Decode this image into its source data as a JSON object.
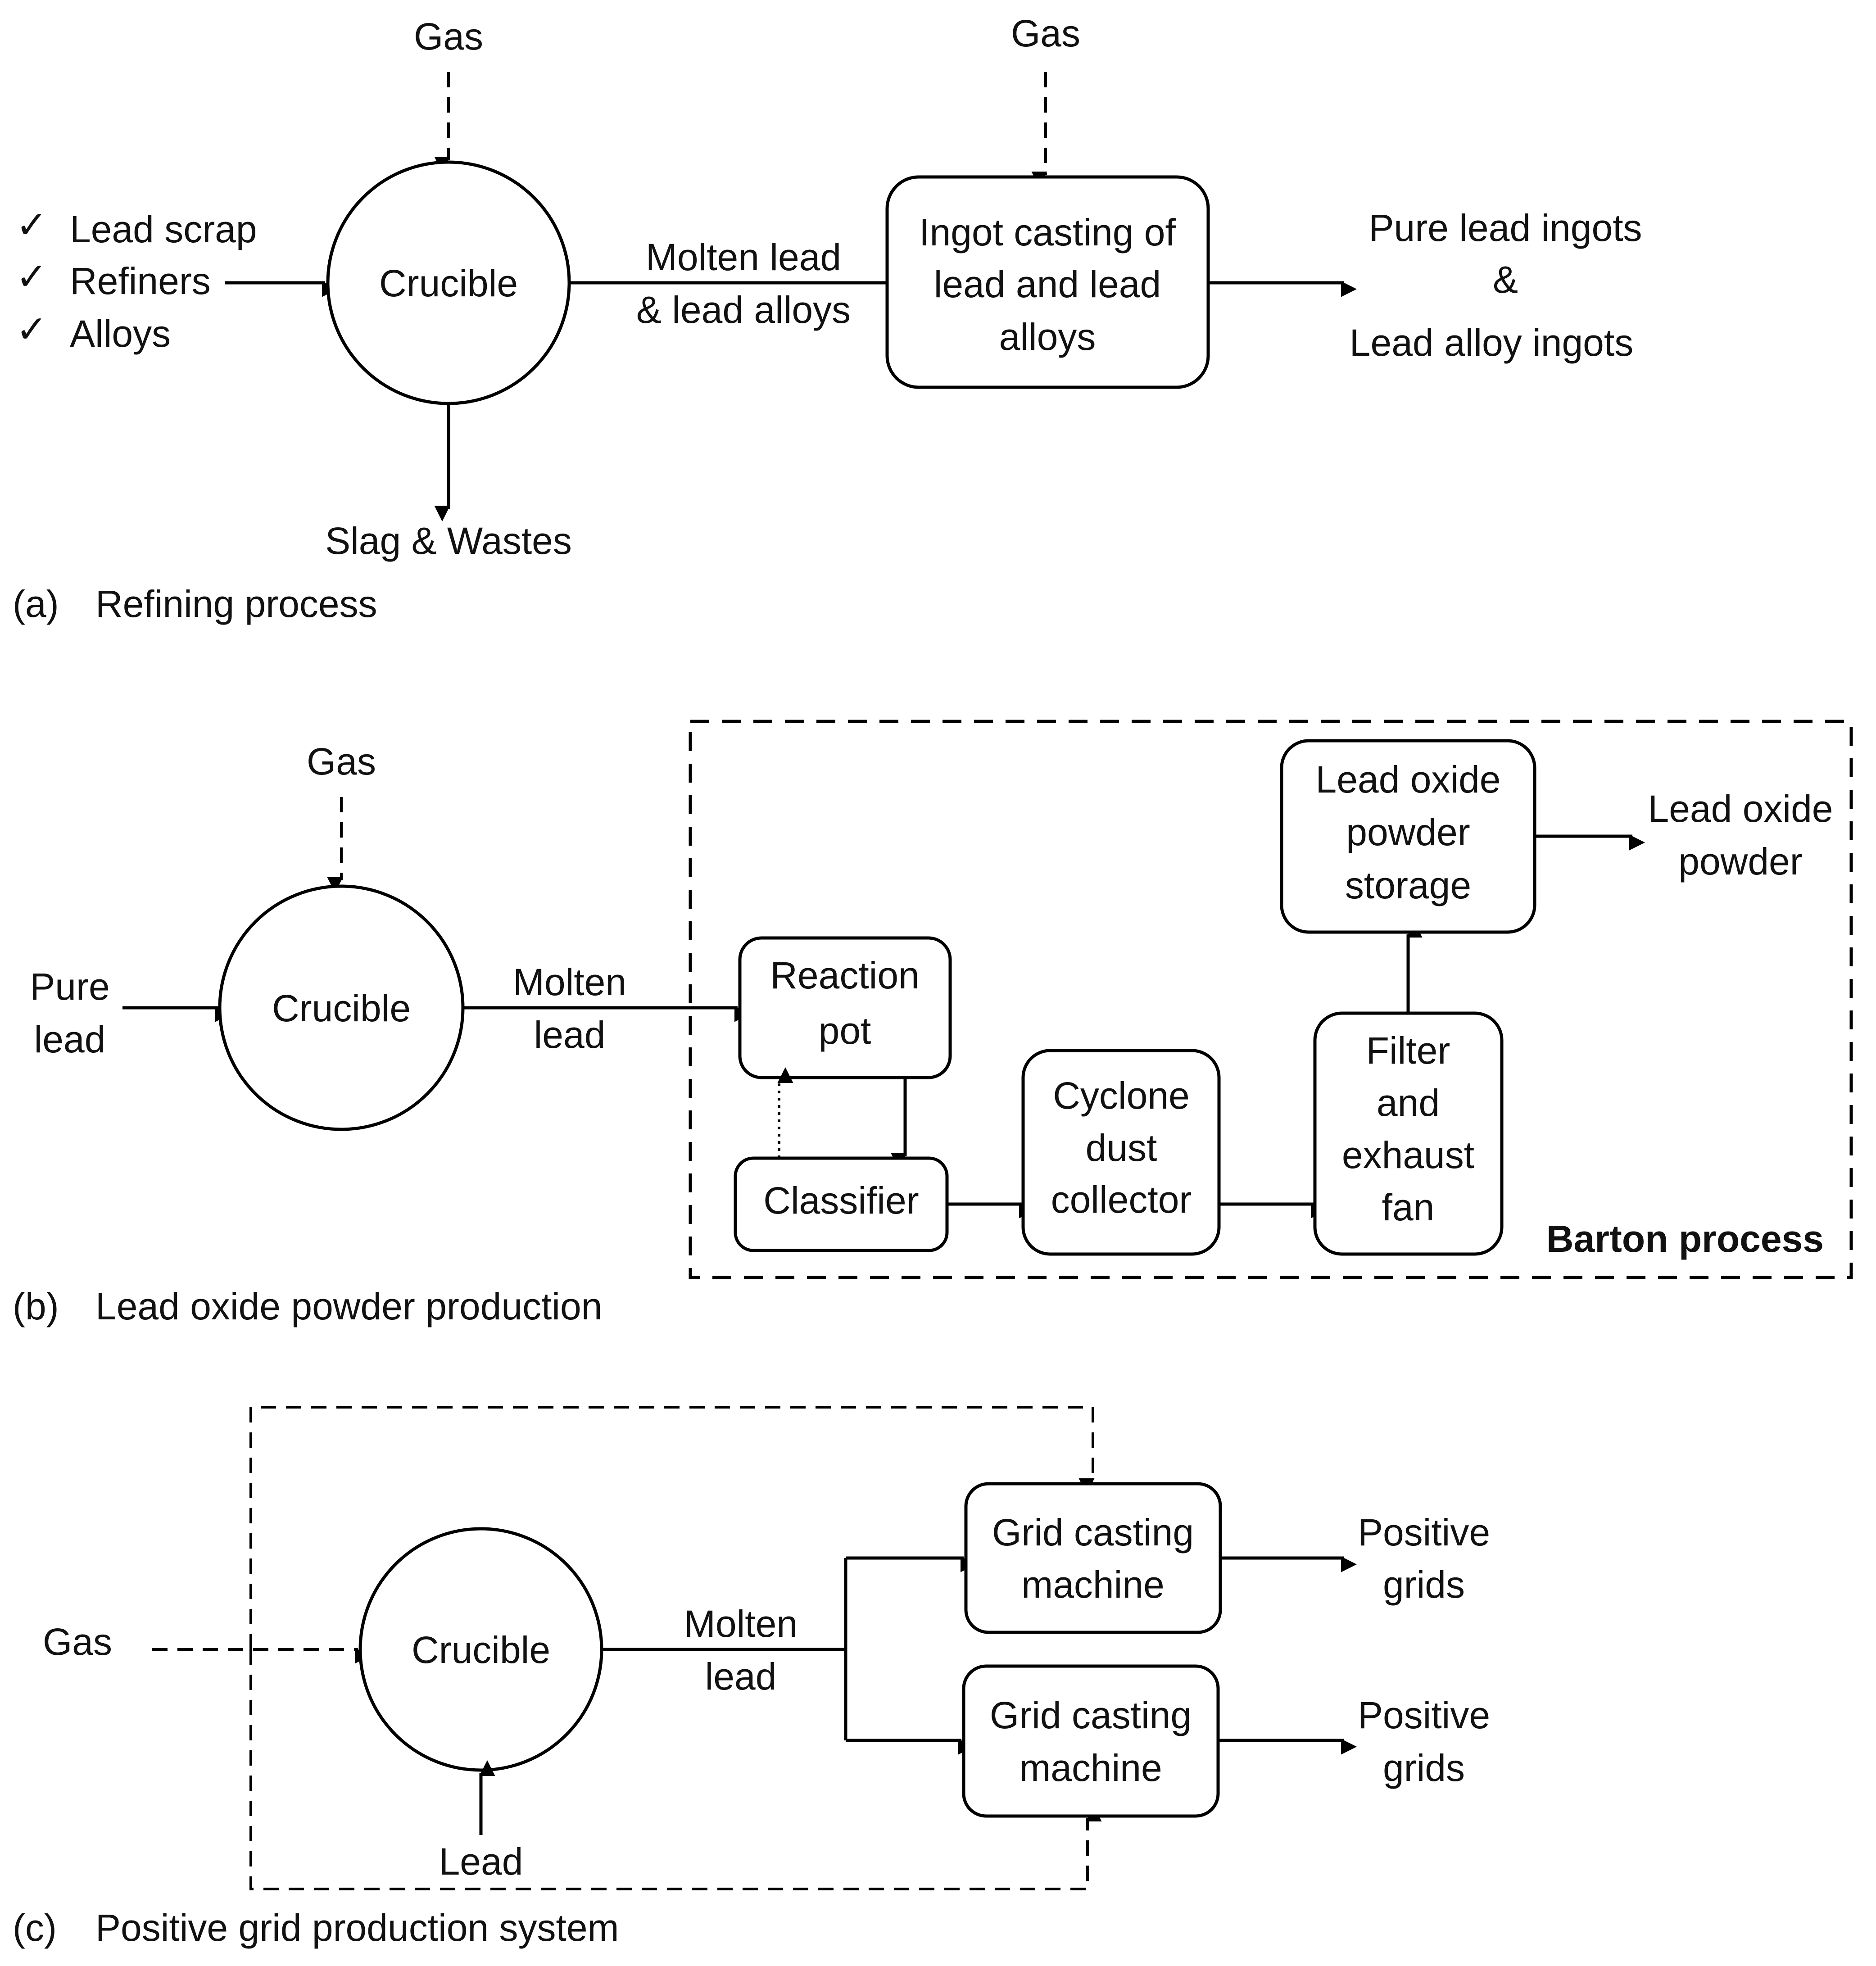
{
  "panel_a": {
    "caption_letter": "(a)",
    "caption": "Refining process",
    "inputs": [
      "Lead scrap",
      "Refiners",
      "Alloys"
    ],
    "check_glyph": "✓",
    "gas_1": "Gas",
    "gas_2": "Gas",
    "crucible": "Crucible",
    "flow_label": [
      "Molten lead",
      "& lead alloys"
    ],
    "casting_box": [
      "Ingot casting of",
      "lead and lead",
      "alloys"
    ],
    "outputs": [
      "Pure lead ingots",
      "&",
      "Lead alloy ingots"
    ],
    "waste": "Slag & Wastes"
  },
  "panel_b": {
    "caption_letter": "(b)",
    "caption": "Lead oxide powder production",
    "gas": "Gas",
    "input": [
      "Pure",
      "lead"
    ],
    "crucible": "Crucible",
    "flow_label": [
      "Molten",
      "lead"
    ],
    "reaction_pot": [
      "Reaction",
      "pot"
    ],
    "classifier": "Classifier",
    "cyclone": [
      "Cyclone",
      "dust",
      "collector"
    ],
    "filter": [
      "Filter",
      "and",
      "exhaust",
      "fan"
    ],
    "storage": [
      "Lead oxide",
      "powder",
      "storage"
    ],
    "output": [
      "Lead oxide",
      "powder"
    ],
    "group_label": "Barton process"
  },
  "panel_c": {
    "caption_letter": "(c)",
    "caption": "Positive grid production system",
    "gas": "Gas",
    "crucible": "Crucible",
    "lead_input": "Lead",
    "flow_label": [
      "Molten",
      "lead"
    ],
    "machine_1": [
      "Grid casting",
      "machine"
    ],
    "machine_2": [
      "Grid casting",
      "machine"
    ],
    "output_1": [
      "Positive",
      "grids"
    ],
    "output_2": [
      "Positive",
      "grids"
    ]
  }
}
